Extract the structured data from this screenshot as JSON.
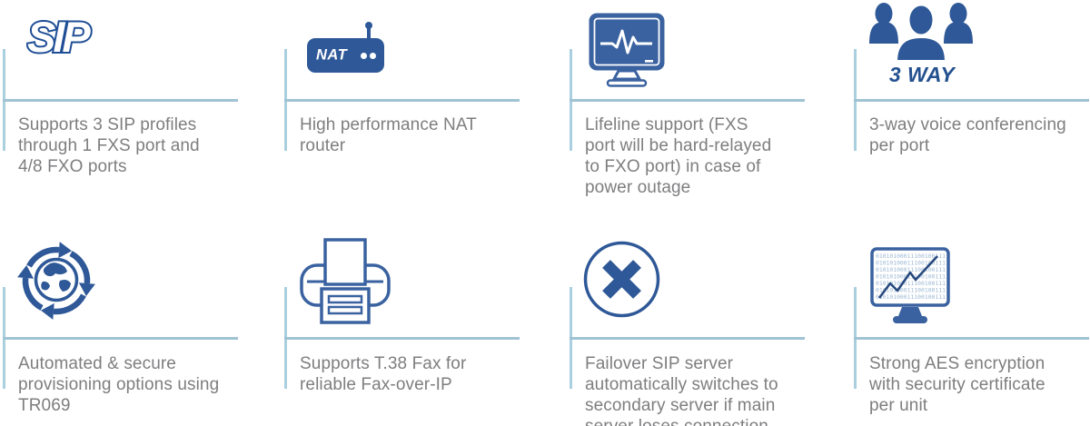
{
  "page": {
    "background": "#ffffff"
  },
  "colors": {
    "icon_blue_solid": "#2e5897",
    "icon_blue_outline": "#3a62a0",
    "logo_blue": "#1f4e96",
    "divider_vertical": "#aacfdf",
    "divider_horizontal": "#a0c3d4",
    "text_gray": "#7e7e80",
    "binary_text_blue": "#9cb8d4"
  },
  "features": [
    {
      "id": "sip-profiles",
      "icon": "sip-logo-icon",
      "icon_label": "SIP",
      "text": "Supports 3 SIP profiles\nthrough 1 FXS port and\n4/8 FXO ports"
    },
    {
      "id": "nat-router",
      "icon": "nat-router-icon",
      "icon_label": "NAT",
      "text": "High performance NAT\nrouter"
    },
    {
      "id": "lifeline-support",
      "icon": "heartbeat-monitor-icon",
      "text": "Lifeline support (FXS\nport will be hard-relayed\nto FXO port) in case of\npower outage"
    },
    {
      "id": "three-way-conferencing",
      "icon": "conference-people-icon",
      "icon_label": "3 WAY",
      "text": "3-way voice conferencing\nper port"
    },
    {
      "id": "provisioning",
      "icon": "globe-sync-icon",
      "text": "Automated & secure\nprovisioning options using\nTR069"
    },
    {
      "id": "t38-fax",
      "icon": "fax-printer-icon",
      "text": "Supports T.38 Fax for\nreliable Fax-over-IP"
    },
    {
      "id": "failover",
      "icon": "failover-x-icon",
      "text": "Failover SIP server\nautomatically switches to\nsecondary server if main\nserver loses connection"
    },
    {
      "id": "aes-encryption",
      "icon": "encryption-monitor-icon",
      "binary_row": "0101010001110010011101",
      "text": "Strong AES encryption\nwith security certificate\nper unit"
    }
  ]
}
